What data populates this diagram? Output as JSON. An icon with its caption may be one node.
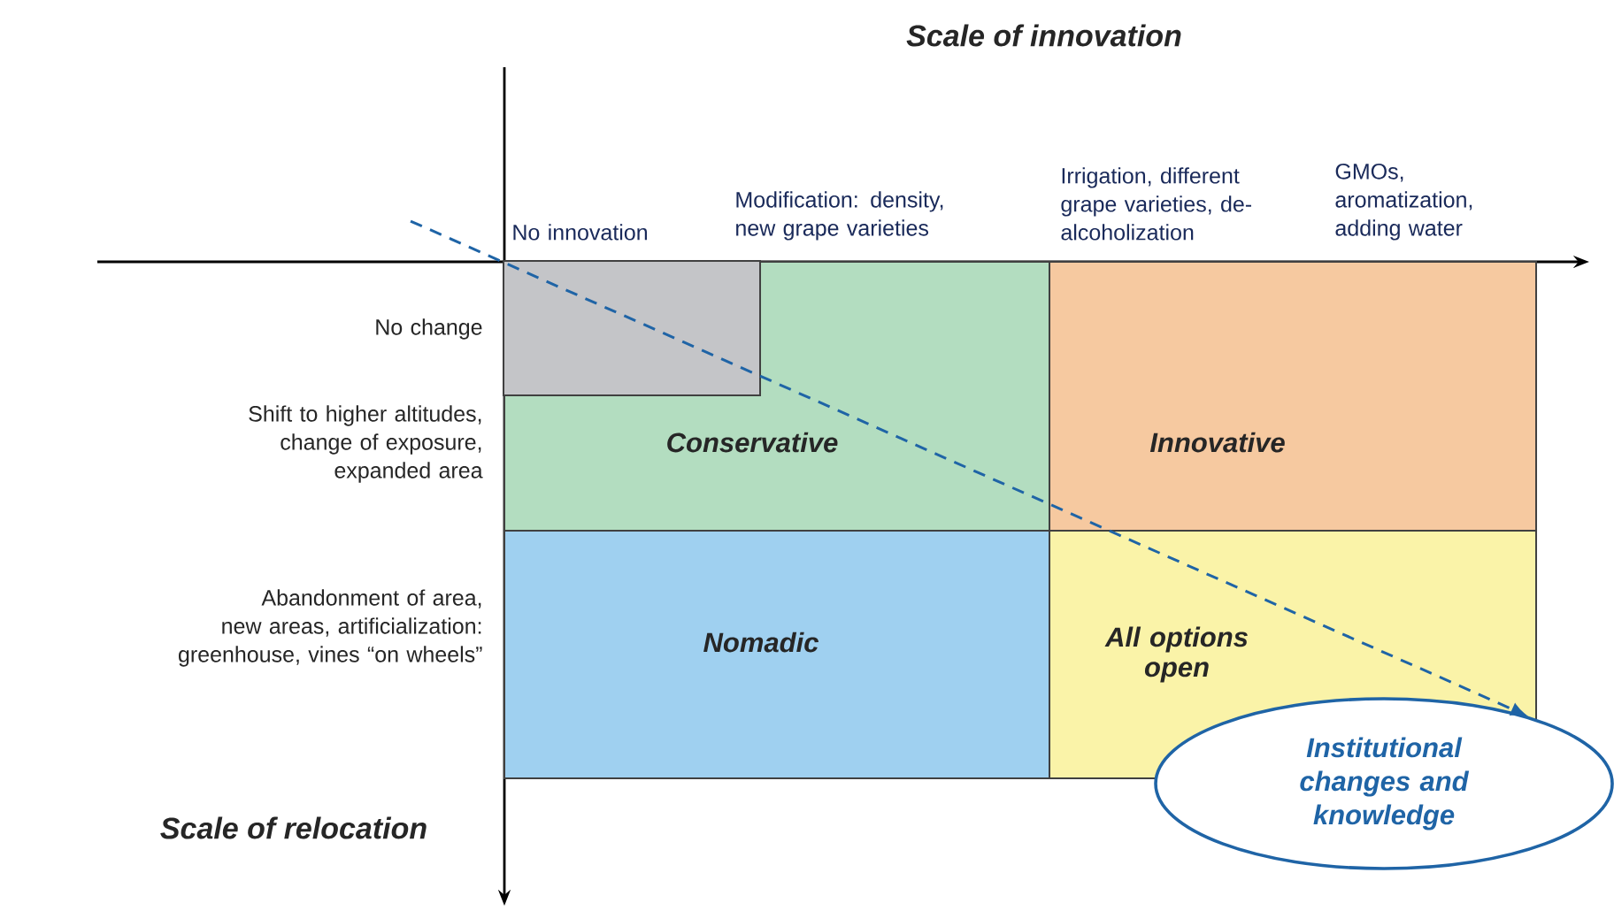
{
  "diagram": {
    "nodes": [
      {
        "text": [
          "Conservative"
        ]
      },
      {
        "text": [],
        "shape": "box",
        "in": 0
      },
      {
        "text": [
          "Innovative"
        ]
      },
      {
        "text": [
          "Nomadic"
        ]
      },
      {
        "text": [
          "All options open"
        ]
      },
      {
        "text": [
          "Institutional changes and knowledge"
        ]
      }
    ],
    "edges": [
      {
        "from": null,
        "to": 5,
        "arrow": "to",
        "style": "dashed"
      }
    ],
    "labels": [
      "Scale of innovation",
      "No innovation",
      "Modification: density, new grape varieties",
      "Irrigation, different grape varieties, de-alcoholization",
      "GMOs, aromatization, adding water",
      "No change",
      "Shift to higher altitudes, change of exposure, expanded area",
      "Abandonment of area, new areas, artificialization: greenhouse, vines “on wheels”",
      "Scale of relocation"
    ]
  }
}
